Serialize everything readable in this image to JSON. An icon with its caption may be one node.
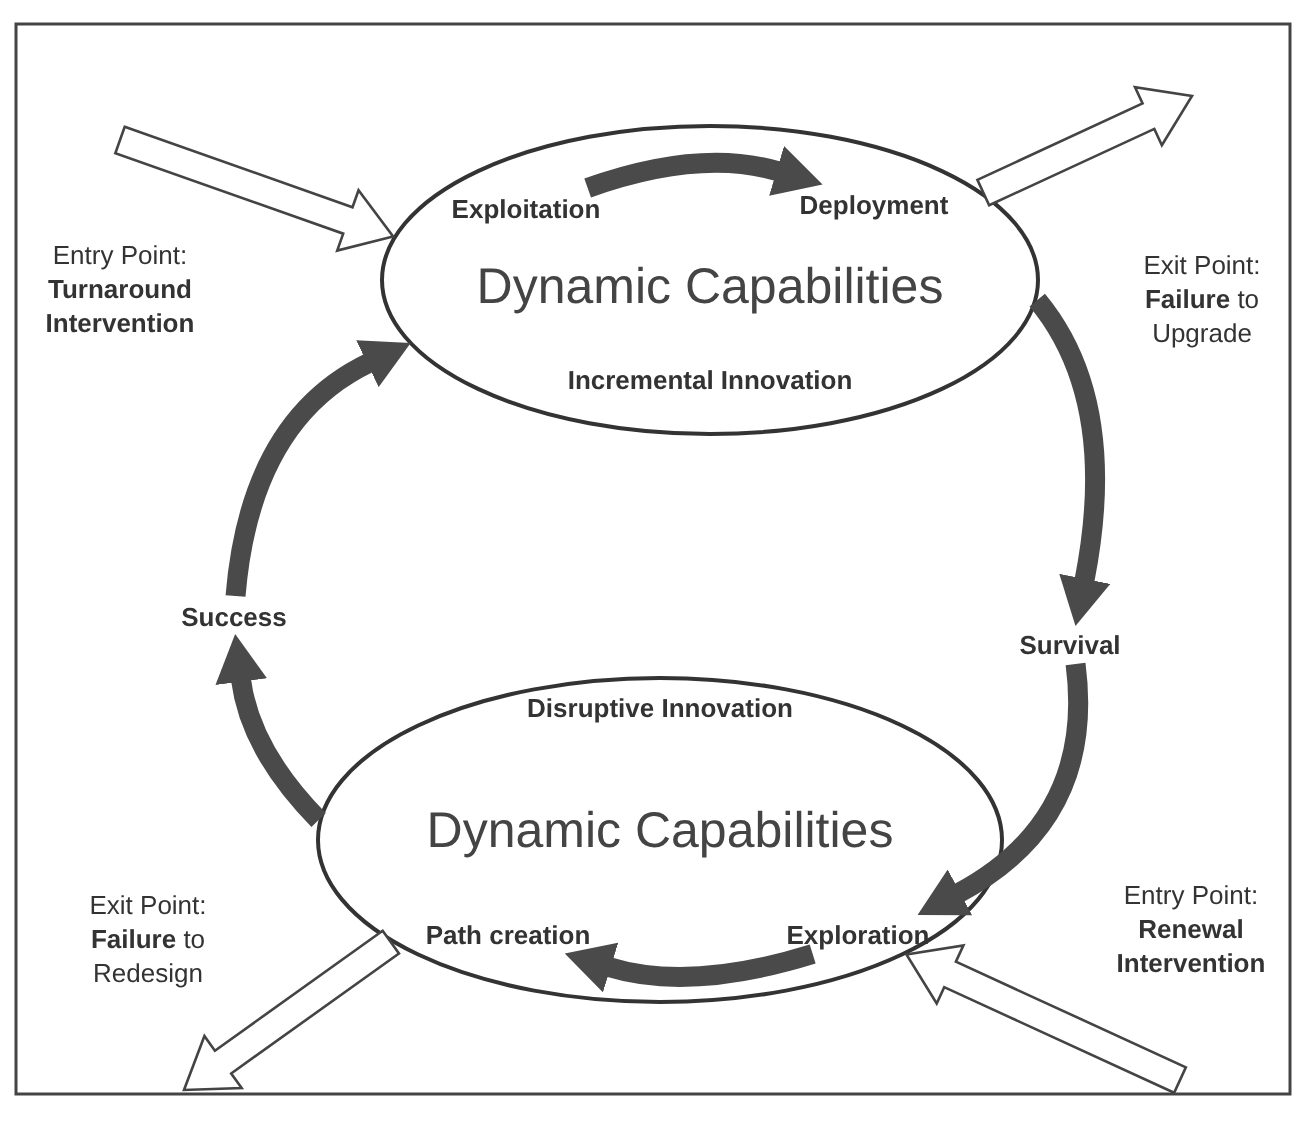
{
  "diagram": {
    "nodes": [
      {
        "text": [
          "Dynamic Capabilities",
          "Incremental Innovation"
        ]
      },
      {
        "text": [
          "Exploitation"
        ],
        "in": 0
      },
      {
        "text": [
          "Deployment"
        ],
        "in": 0
      },
      {
        "text": [
          "Survival"
        ]
      },
      {
        "text": [
          "Disruptive Innovation",
          "Dynamic Capabilities"
        ]
      },
      {
        "text": [
          "Exploration"
        ],
        "in": 4
      },
      {
        "text": [
          "Path creation"
        ],
        "in": 4
      },
      {
        "text": [
          "Success"
        ]
      }
    ],
    "edges": [
      {
        "from": 1,
        "to": 2,
        "arrow": "to"
      },
      {
        "from": 0,
        "to": 3,
        "arrow": "to"
      },
      {
        "from": 3,
        "to": 5,
        "arrow": "to"
      },
      {
        "from": 5,
        "to": 6,
        "arrow": "to"
      },
      {
        "from": 4,
        "to": 7,
        "arrow": "to"
      },
      {
        "from": 7,
        "to": 0,
        "arrow": "to"
      },
      {
        "from": null,
        "to": 0,
        "arrow": "to",
        "color": "#ffffff"
      },
      {
        "from": 0,
        "to": null,
        "arrow": "to",
        "color": "#ffffff"
      },
      {
        "from": 4,
        "to": null,
        "arrow": "to",
        "color": "#ffffff"
      },
      {
        "from": null,
        "to": 4,
        "arrow": "to",
        "color": "#ffffff"
      }
    ],
    "labels": [
      "Entry Point: **Turnaround Intervention**",
      "Exit Point: **Failure** to Upgrade",
      "Exit Point: **Failure** to Redesign",
      "Entry Point: **Renewal Intervention**"
    ]
  }
}
